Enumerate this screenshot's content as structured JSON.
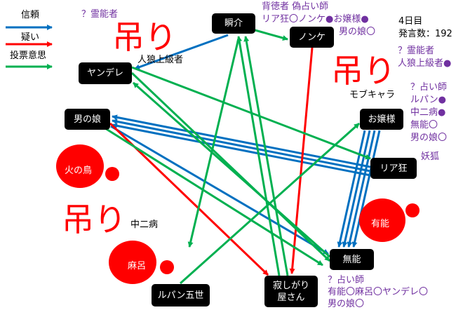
{
  "legend": {
    "trust": "信頼",
    "doubt": "疑い",
    "vote": "投票意思"
  },
  "colors": {
    "trust": "#0070c0",
    "doubt": "#ff0000",
    "vote": "#00b050",
    "note": "#7030a0"
  },
  "status": {
    "day": "4日目",
    "posts": "発言数：192"
  },
  "nodes": {
    "shunsuke": "瞬介",
    "nonke": "ノンケ",
    "yandere": "ヤンデレ",
    "otokonoko": "男の娘",
    "ojousama": "お嬢様",
    "riakyo": "リア狂",
    "hinotori": "火の鳥",
    "yuunou": "有能",
    "munou": "無能",
    "maro": "麻呂",
    "lupin": "ルパン五世",
    "sabishigari": "寂しがり屋さん"
  },
  "hang_label": "吊り",
  "dead_roles": {
    "yandere": "人狼上級者",
    "mobu": "モブキャラ",
    "chuuni": "中二病"
  },
  "notes": {
    "yandere_top": "？霊能者",
    "shunsuke_1": "背徳者 偽占い師",
    "shunsuke_2": "リア狂〇ノンケ●お嬢様●",
    "shunsuke_3": "男の娘〇",
    "right_1": "？霊能者",
    "right_2": "人狼上級者●",
    "ojou_1": "？占い師",
    "ojou_2": "ルパン●",
    "ojou_3": "中二病●",
    "ojou_4": "無能〇",
    "ojou_5": "男の娘〇",
    "fox": "妖狐",
    "munou_1": "？占い師",
    "munou_2": "有能〇麻呂〇ヤンデレ〇",
    "munou_3": "男の娘〇"
  }
}
